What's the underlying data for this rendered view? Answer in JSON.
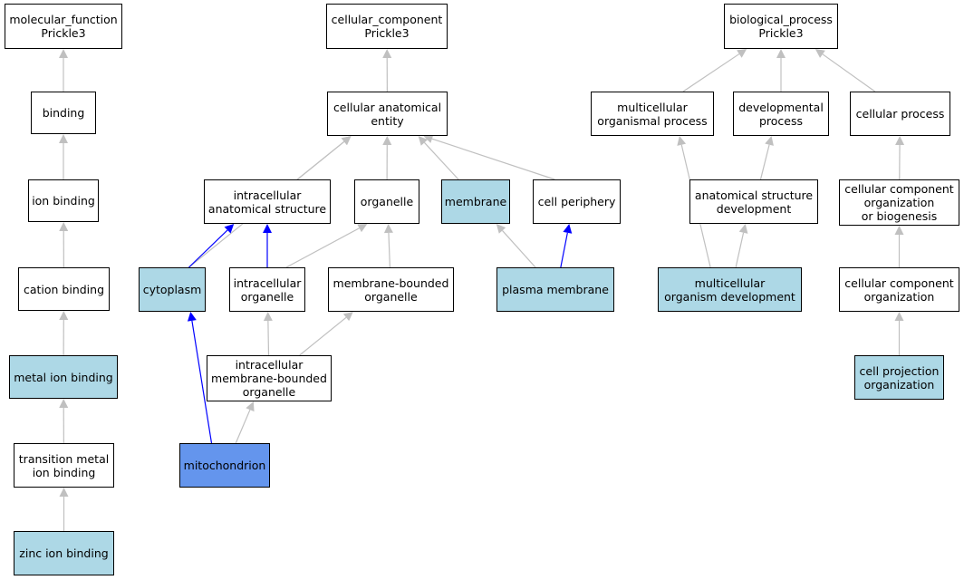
{
  "colors": {
    "highlight": "#add8e6",
    "focus": "#6495ed",
    "edge_gray": "#c0c0c0",
    "edge_blue": "#0000ff"
  },
  "nodes": {
    "mf_root": {
      "label": "molecular_function\nPrickle3",
      "style": "plain"
    },
    "binding": {
      "label": "binding",
      "style": "plain"
    },
    "ion_binding": {
      "label": "ion binding",
      "style": "plain"
    },
    "cation_binding": {
      "label": "cation binding",
      "style": "plain"
    },
    "metal_ion_binding": {
      "label": "metal ion binding",
      "style": "highlight"
    },
    "transition_metal": {
      "label": "transition metal\nion binding",
      "style": "plain"
    },
    "zinc_ion_binding": {
      "label": "zinc ion binding",
      "style": "highlight"
    },
    "cc_root": {
      "label": "cellular_component\nPrickle3",
      "style": "plain"
    },
    "cell_anat_entity": {
      "label": "cellular anatomical\nentity",
      "style": "plain"
    },
    "intracell_anat": {
      "label": "intracellular\nanatomical structure",
      "style": "plain"
    },
    "organelle": {
      "label": "organelle",
      "style": "plain"
    },
    "membrane": {
      "label": "membrane",
      "style": "highlight"
    },
    "cell_periphery": {
      "label": "cell periphery",
      "style": "plain"
    },
    "cytoplasm": {
      "label": "cytoplasm",
      "style": "highlight"
    },
    "intracell_organelle": {
      "label": "intracellular\norganelle",
      "style": "plain"
    },
    "membrane_bounded": {
      "label": "membrane-bounded\norganelle",
      "style": "plain"
    },
    "plasma_membrane": {
      "label": "plasma membrane",
      "style": "highlight"
    },
    "intracell_mb_organelle": {
      "label": "intracellular\nmembrane-bounded\norganelle",
      "style": "plain"
    },
    "mitochondrion": {
      "label": "mitochondrion",
      "style": "focus"
    },
    "bp_root": {
      "label": "biological_process\nPrickle3",
      "style": "plain"
    },
    "multicell_organismal": {
      "label": "multicellular\norganismal process",
      "style": "plain"
    },
    "developmental": {
      "label": "developmental\nprocess",
      "style": "plain"
    },
    "cellular_process": {
      "label": "cellular process",
      "style": "plain"
    },
    "anat_structure_dev": {
      "label": "anatomical structure\ndevelopment",
      "style": "plain"
    },
    "cc_org_biogenesis": {
      "label": "cellular component\norganization\nor biogenesis",
      "style": "plain"
    },
    "multicell_organism_dev": {
      "label": "multicellular\norganism development",
      "style": "highlight"
    },
    "cc_organization": {
      "label": "cellular component\norganization",
      "style": "plain"
    },
    "cell_projection_org": {
      "label": "cell projection\norganization",
      "style": "highlight"
    }
  },
  "edges": [
    {
      "from": "binding",
      "to": "mf_root",
      "color": "gray"
    },
    {
      "from": "ion_binding",
      "to": "binding",
      "color": "gray"
    },
    {
      "from": "cation_binding",
      "to": "ion_binding",
      "color": "gray"
    },
    {
      "from": "metal_ion_binding",
      "to": "cation_binding",
      "color": "gray"
    },
    {
      "from": "transition_metal",
      "to": "metal_ion_binding",
      "color": "gray"
    },
    {
      "from": "zinc_ion_binding",
      "to": "transition_metal",
      "color": "gray"
    },
    {
      "from": "cell_anat_entity",
      "to": "cc_root",
      "color": "gray"
    },
    {
      "from": "cytoplasm",
      "to": "cell_anat_entity",
      "color": "gray"
    },
    {
      "from": "intracell_anat",
      "to": "cell_anat_entity",
      "color": "gray"
    },
    {
      "from": "organelle",
      "to": "cell_anat_entity",
      "color": "gray"
    },
    {
      "from": "membrane",
      "to": "cell_anat_entity",
      "color": "gray"
    },
    {
      "from": "cell_periphery",
      "to": "cell_anat_entity",
      "color": "gray"
    },
    {
      "from": "cytoplasm",
      "to": "intracell_anat",
      "color": "blue"
    },
    {
      "from": "intracell_organelle",
      "to": "intracell_anat",
      "color": "blue"
    },
    {
      "from": "intracell_organelle",
      "to": "organelle",
      "color": "gray"
    },
    {
      "from": "membrane_bounded",
      "to": "organelle",
      "color": "gray"
    },
    {
      "from": "plasma_membrane",
      "to": "membrane",
      "color": "gray"
    },
    {
      "from": "plasma_membrane",
      "to": "cell_periphery",
      "color": "blue"
    },
    {
      "from": "intracell_mb_organelle",
      "to": "intracell_organelle",
      "color": "gray"
    },
    {
      "from": "intracell_mb_organelle",
      "to": "membrane_bounded",
      "color": "gray"
    },
    {
      "from": "mitochondrion",
      "to": "cytoplasm",
      "color": "blue"
    },
    {
      "from": "mitochondrion",
      "to": "intracell_mb_organelle",
      "color": "gray"
    },
    {
      "from": "multicell_organismal",
      "to": "bp_root",
      "color": "gray"
    },
    {
      "from": "developmental",
      "to": "bp_root",
      "color": "gray"
    },
    {
      "from": "cellular_process",
      "to": "bp_root",
      "color": "gray"
    },
    {
      "from": "anat_structure_dev",
      "to": "developmental",
      "color": "gray"
    },
    {
      "from": "cc_org_biogenesis",
      "to": "cellular_process",
      "color": "gray"
    },
    {
      "from": "multicell_organism_dev",
      "to": "multicell_organismal",
      "color": "gray"
    },
    {
      "from": "multicell_organism_dev",
      "to": "anat_structure_dev",
      "color": "gray"
    },
    {
      "from": "cc_organization",
      "to": "cc_org_biogenesis",
      "color": "gray"
    },
    {
      "from": "cell_projection_org",
      "to": "cc_organization",
      "color": "gray"
    }
  ]
}
